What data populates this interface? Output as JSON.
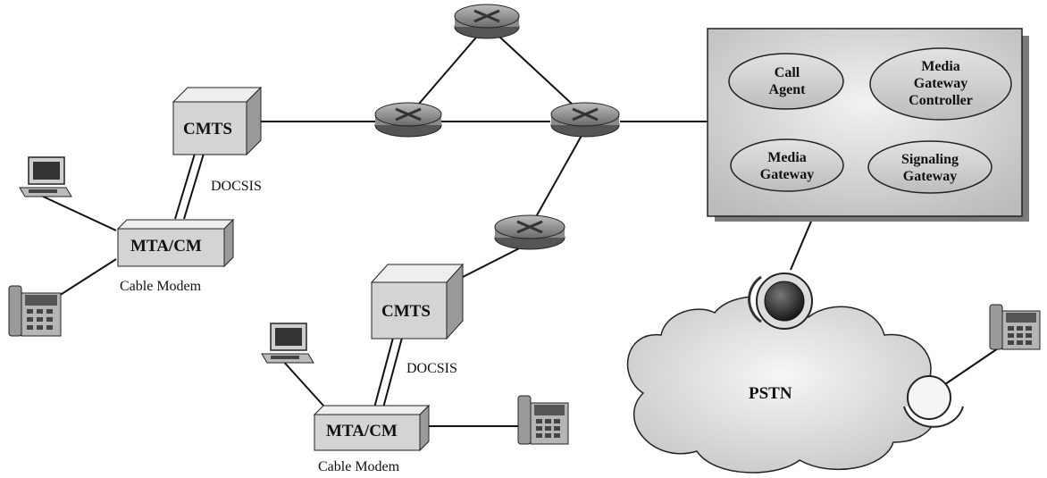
{
  "nodes": {
    "cmts_top": "CMTS",
    "cmts_bottom": "CMTS",
    "mta_left": "MTA/CM",
    "mta_bottom": "MTA/CM"
  },
  "labels": {
    "docsis_top": "DOCSIS",
    "docsis_bottom": "DOCSIS",
    "cable_modem_left": "Cable Modem",
    "cable_modem_bottom": "Cable Modem",
    "pstn": "PSTN"
  },
  "softswitch": {
    "call_agent": "Call\nAgent",
    "mgc": "Media\nGateway\nController",
    "media_gateway": "Media\nGateway",
    "signaling_gateway": "Signaling\nGateway"
  },
  "icons": [
    "router-icon",
    "computer-icon",
    "telephone-icon",
    "switch-icon",
    "cloud-icon"
  ],
  "colors": {
    "box_face": "#d4d4d4",
    "oval_fill": "#cfcfcf",
    "panel": "#c8c8c8",
    "line": "#111111"
  }
}
